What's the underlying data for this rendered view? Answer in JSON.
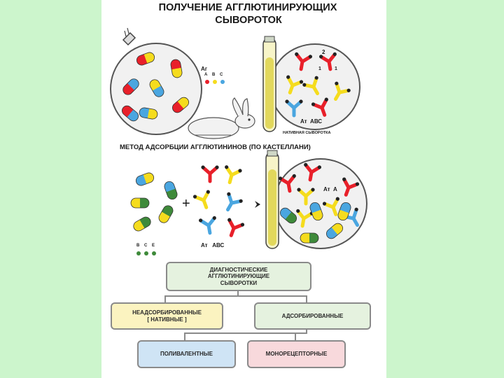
{
  "title": {
    "line1": "ПОЛУЧЕНИЕ АГГЛЮТИНИРУЮЩИХ",
    "line2": "СЫВОРОТОК"
  },
  "section1": {
    "antigen_label": "Аг",
    "antigen_letters": [
      "А",
      "В",
      "С"
    ],
    "numbers": [
      "2",
      "1",
      "1"
    ],
    "antibody_label": "Ат  АВС",
    "tube_caption": "НАТИВНАЯ СЫВОРОТКА"
  },
  "section2": {
    "heading": "МЕТОД АДСОРБЦИИ АГГЛЮТИНИНОВ (ПО КАСТЕЛЛАНИ)",
    "plus": "+",
    "letters": [
      "В",
      "С",
      "Е"
    ],
    "antibody_label": "Ат   АВС",
    "dish_label": "Ат  А"
  },
  "flow": {
    "root": "ДИАГНОСТИЧЕСКИЕ\nАГГЛЮТИНИРУЮЩИЕ\nСЫВОРОТКИ",
    "left": "НЕАДСОРБИРОВАННЫЕ\n[ НАТИВНЫЕ ]",
    "right": "АДСОРБИРОВАННЫЕ",
    "poly": "ПОЛИВАЛЕНТНЫЕ",
    "mono": "МОНОРЕЦЕПТОРНЫЕ"
  },
  "colors": {
    "background": "#ccf5cc",
    "red": "#e8202a",
    "yellow": "#f5dc1e",
    "blue": "#4aa6e0",
    "green": "#3e8a3a",
    "box_yellow": "#fbf3c0",
    "box_green": "#e5f2df",
    "box_blue": "#cfe4f5",
    "box_pink": "#f8d9dc"
  }
}
